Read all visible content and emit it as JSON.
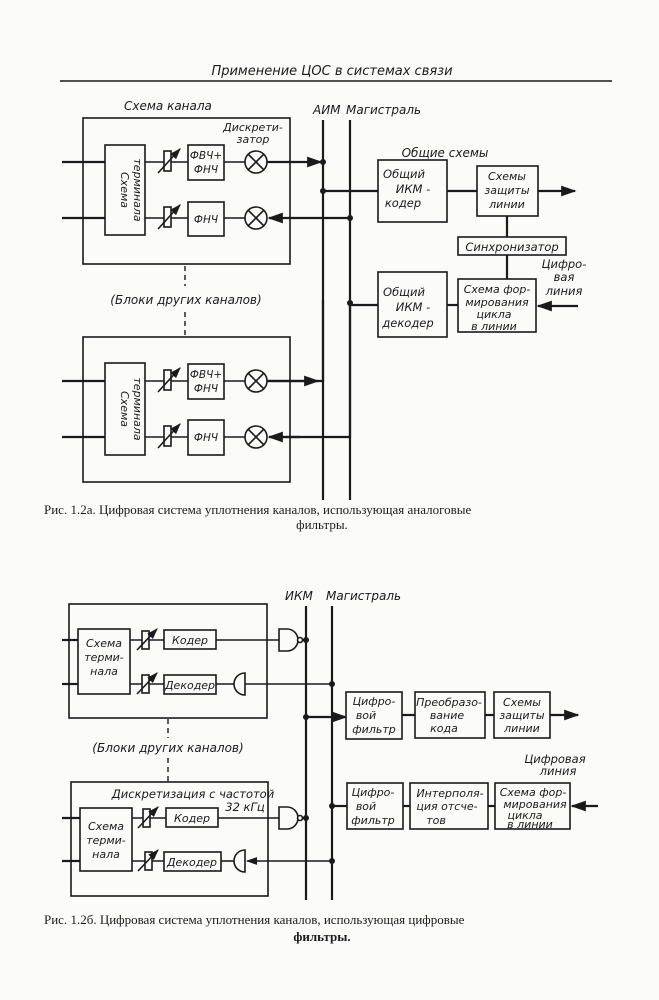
{
  "page": {
    "running_header": "Применение ЦОС в системах связи"
  },
  "figure_a": {
    "channel_scheme_label": "Схема канала",
    "bus_aim_label": "АИМ",
    "bus_main_label": "Магистраль",
    "sampler_label_line1": "Дискрети-",
    "sampler_label_line2": "затор",
    "terminal_label_line1": "Схема",
    "terminal_label_line2": "терминала",
    "filter_top_line1": "ФВЧ+",
    "filter_top_line2": "ФНЧ",
    "filter_bottom": "ФНЧ",
    "other_channels": "(Блоки других каналов)",
    "common_schemes_label": "Общие схемы",
    "coder_line1": "Общий",
    "coder_line2": "ИКМ -",
    "coder_line3": "кодер",
    "decoder_line1": "Общий",
    "decoder_line2": "ИКМ -",
    "decoder_line3": "декодер",
    "protection_line1": "Схемы",
    "protection_line2": "защиты",
    "protection_line3": "линии",
    "synchronizer": "Синхронизатор",
    "framing_line1": "Схема фор-",
    "framing_line2": "мирования",
    "framing_line3": "цикла",
    "framing_line4": "в линии",
    "digital_line_line1": "Цифро-",
    "digital_line_line2": "вая",
    "digital_line_line3": "линия",
    "caption_line1": "Рис. 1.2а. Цифровая система уплотнения  каналов,  использующая  аналоговые",
    "caption_line2": "фильтры."
  },
  "figure_b": {
    "bus_pcm_label": "ИКМ",
    "bus_main_label": "Магистраль",
    "terminal_line1": "Схема",
    "terminal_line2": "терми-",
    "terminal_line3": "нала",
    "coder": "Кодер",
    "decoder": "Декодер",
    "other_channels": "(Блоки других каналов)",
    "sampling_line1": "Дискретизация с частотой",
    "sampling_line2": "32 кГц",
    "dfilter_line1": "Цифро-",
    "dfilter_line2": "вой",
    "dfilter_line3": "фильтр",
    "code_conv_line1": "Преобразо-",
    "code_conv_line2": "вание",
    "code_conv_line3": "кода",
    "protection_line1": "Схемы",
    "protection_line2": "защиты",
    "protection_line3": "линии",
    "interp_line1": "Интерполя-",
    "interp_line2": "ция отсче-",
    "interp_line3": "тов",
    "framing_line1": "Схема фор-",
    "framing_line2": "мирования",
    "framing_line3": "цикла",
    "framing_line4": "в линии",
    "digital_line_line1": "Цифровая",
    "digital_line_line2": "линия",
    "caption_line1": "Рис. 1.2б. Цифровая система  уплотнения  каналов,  использующая  цифровые",
    "caption_line2": "фильтры."
  }
}
